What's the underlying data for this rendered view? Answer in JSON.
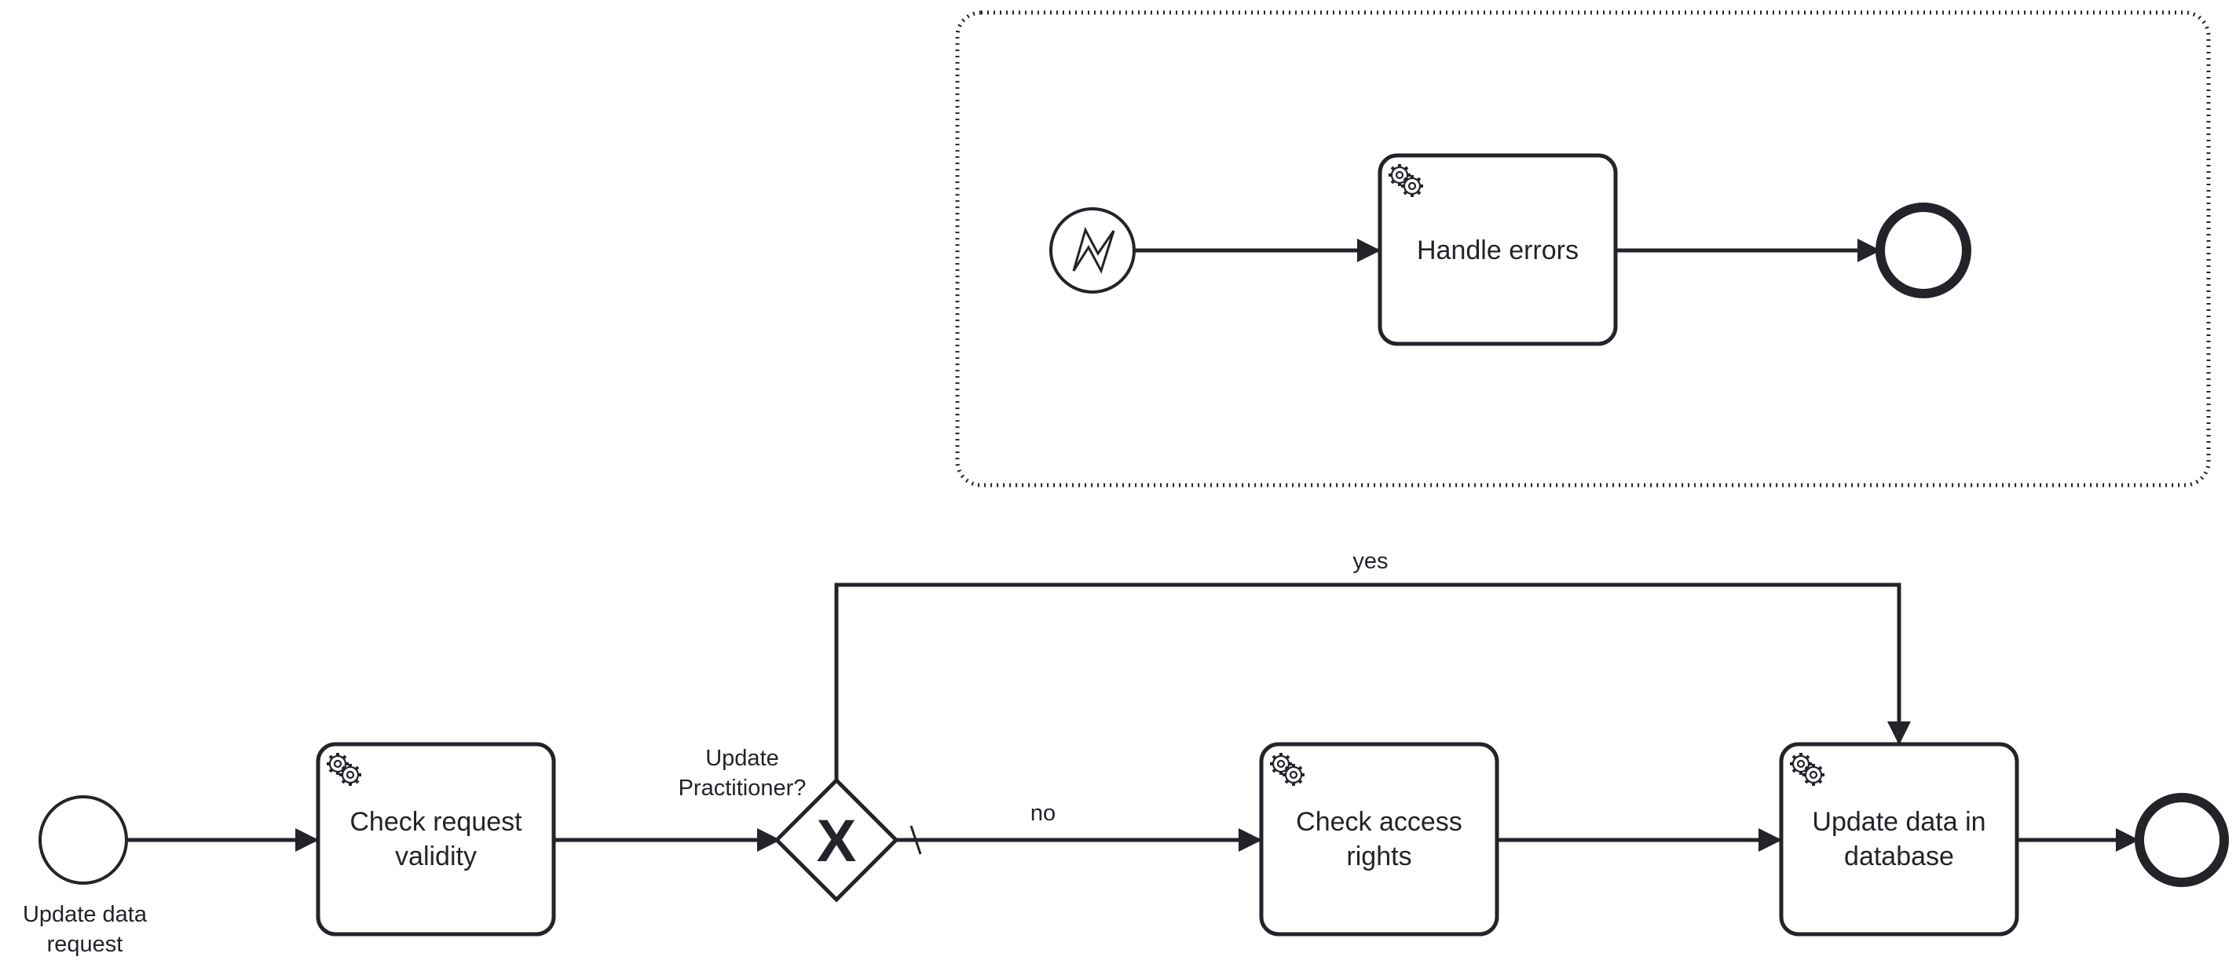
{
  "diagram": {
    "colors": {
      "stroke": "#22242a",
      "background": "#ffffff"
    },
    "event_subprocess": {
      "start_event": {
        "type": "error-start-event",
        "icon": "lightning-icon"
      },
      "task": {
        "label": "Handle errors",
        "icon": "gear-icon"
      },
      "end_event": {
        "type": "end-event"
      }
    },
    "main_process": {
      "start_event": {
        "label_line1": "Update data",
        "label_line2": "request"
      },
      "task_validity": {
        "line1": "Check request",
        "line2": "validity",
        "icon": "gear-icon"
      },
      "gateway": {
        "label_line1": "Update",
        "label_line2": "Practitioner?",
        "marker": "X"
      },
      "flows": {
        "yes": "yes",
        "no": "no"
      },
      "task_access": {
        "line1": "Check access",
        "line2": "rights",
        "icon": "gear-icon"
      },
      "task_update": {
        "line1": "Update data in",
        "line2": "database",
        "icon": "gear-icon"
      },
      "end_event": {
        "type": "end-event"
      }
    }
  }
}
